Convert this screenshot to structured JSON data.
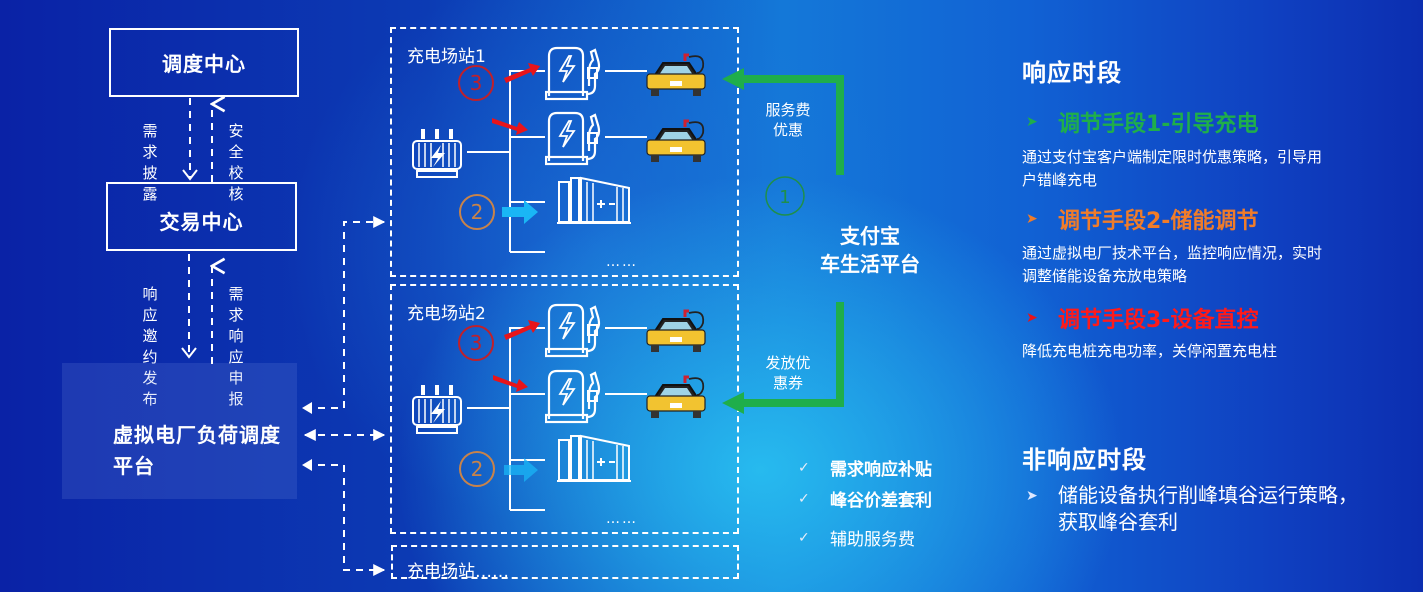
{
  "left_panel": {
    "dispatch_center": "调度中心",
    "trading_center": "交易中心",
    "vpp_platform": "虚拟电厂负荷调度平台",
    "flow_labels": {
      "demand_disclosure": "需求披露",
      "security_check": "安全校核",
      "response_invitation": "响应邀约发布",
      "response_declaration": "需求响应申报"
    }
  },
  "stations": [
    {
      "label": "充电场站1",
      "ellipsis": "……",
      "markers": {
        "storage": "2",
        "direct_control": "3"
      }
    },
    {
      "label": "充电场站2",
      "ellipsis": "……",
      "markers": {
        "storage": "2",
        "direct_control": "3"
      }
    },
    {
      "label": "充电场站……"
    }
  ],
  "icons": {
    "transformer": "transformer-icon",
    "charger": "ev-charger-icon",
    "car": "electric-car-icon",
    "battery": "battery-container-icon"
  },
  "alipay": {
    "platform_title_line1": "支付宝",
    "platform_title_line2": "车生活平台",
    "service_fee_discount": "服务费优惠",
    "issue_coupons": "发放优惠券",
    "guide_marker": "1"
  },
  "benefits": [
    {
      "label": "需求响应补贴",
      "bold": true
    },
    {
      "label": "峰谷价差套利",
      "bold": true
    },
    {
      "label": "辅助服务费",
      "bold": false
    }
  ],
  "right_panel": {
    "response_period_title": "响应时段",
    "methods": [
      {
        "title": "调节手段1-引导充电",
        "color": "#1fae4b",
        "description": "通过支付宝客户端制定限时优惠策略，引导用户错峰充电"
      },
      {
        "title": "调节手段2-储能调节",
        "color": "#f07c2a",
        "description": "通过虚拟电厂技术平台，监控响应情况，实时调整储能设备充放电策略"
      },
      {
        "title": "调节手段3-设备直控",
        "color": "#ff1a1a",
        "description": "降低充电桩充电功率，关停闲置充电柱"
      }
    ],
    "non_response_title": "非响应时段",
    "non_response_text": "储能设备执行削峰填谷运行策略，获取峰谷套利"
  },
  "colors": {
    "green_arrow": "#1fae4b",
    "red_arrow": "#e8141a",
    "cyan_arrow": "#1ab6f5",
    "marker_storage": "#c8834a",
    "marker_control": "#c0202a",
    "car_body": "#f2c330"
  }
}
